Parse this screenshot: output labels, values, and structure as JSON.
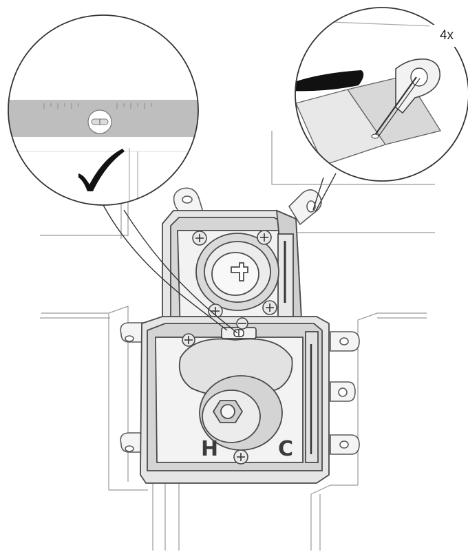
{
  "callout": {
    "multiplier": "4x"
  },
  "valve": {
    "hot_label": "H",
    "cold_label": "C"
  },
  "icons": {
    "check": "check-mark-icon",
    "level": "spirit-level-icon",
    "screw": "screw-icon"
  }
}
